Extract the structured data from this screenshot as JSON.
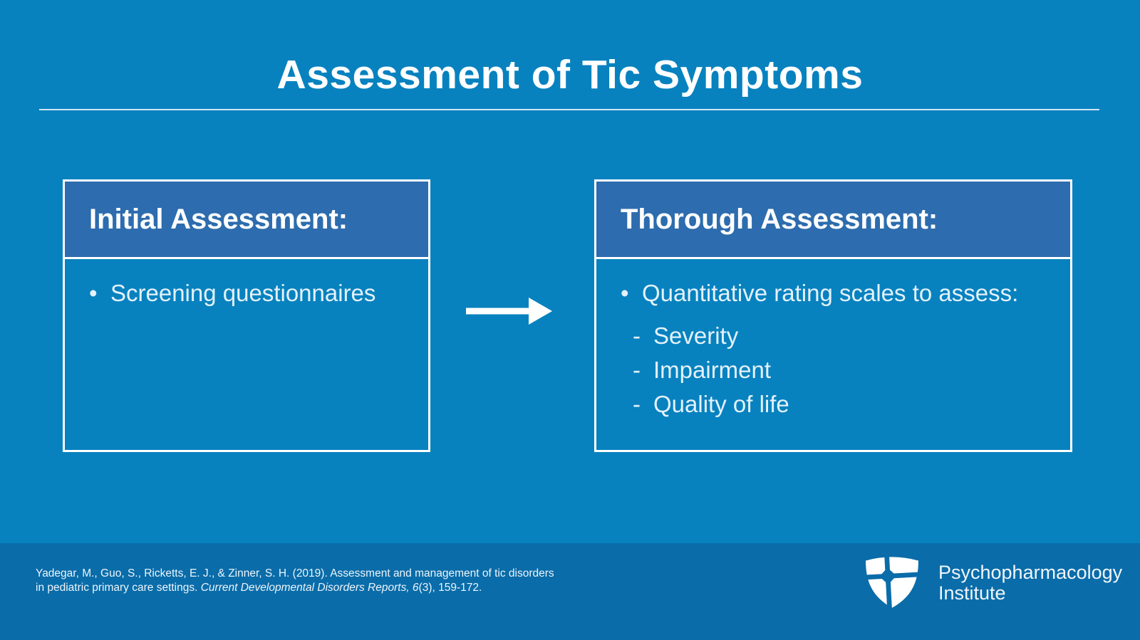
{
  "slide": {
    "title": "Assessment of Tic Symptoms",
    "markers": {
      "bullet": "•",
      "dash": "-"
    },
    "boxes": {
      "initial": {
        "heading": "Initial Assessment:",
        "bullets": [
          "Screening questionnaires"
        ]
      },
      "thorough": {
        "heading": "Thorough Assessment:",
        "bullet": "Quantitative rating scales to assess:",
        "sub_bullets": [
          "Severity",
          "Impairment",
          "Quality of life"
        ]
      }
    },
    "arrow_icon": "right-arrow"
  },
  "footer": {
    "citation_line1": "Yadegar, M., Guo, S., Ricketts, E. J., & Zinner, S. H. (2019). Assessment and management of tic disorders",
    "citation_line2_plain": "in pediatric primary care settings. ",
    "citation_line2_italic": "Current Developmental Disorders Reports, 6",
    "citation_line2_end": "(3), 159-172.",
    "logo_line1": "Psychopharmacology",
    "logo_line2": "Institute"
  },
  "colors": {
    "background": "#0782BF",
    "box_header": "#2D6CAE",
    "footer_band": "#0A6CA9",
    "border": "#FFFFFF",
    "body_text": "#E4F1FA"
  }
}
